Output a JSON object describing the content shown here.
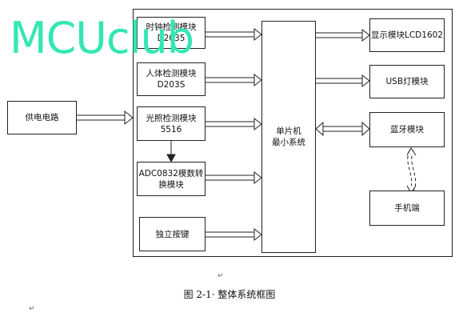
{
  "diagram": {
    "power_circuit": "供电电路",
    "clock_module": [
      "时钟检测模块",
      "D2035"
    ],
    "human_module": [
      "人体检测模块",
      "D203S"
    ],
    "light_module": [
      "光照检测模块",
      "5516"
    ],
    "adc_module": [
      "ADC0832模数转",
      "换模块"
    ],
    "button": "独立按键",
    "mcu": [
      "单片机",
      "最小系统"
    ],
    "lcd": "显示模块LCD1602",
    "usb_lamp": "USB灯模块",
    "bluetooth": "蓝牙模块",
    "phone": "手机端"
  },
  "caption": "图 2-1· 整体系统框图",
  "watermark": "MCUclub",
  "return_mark": "↵"
}
